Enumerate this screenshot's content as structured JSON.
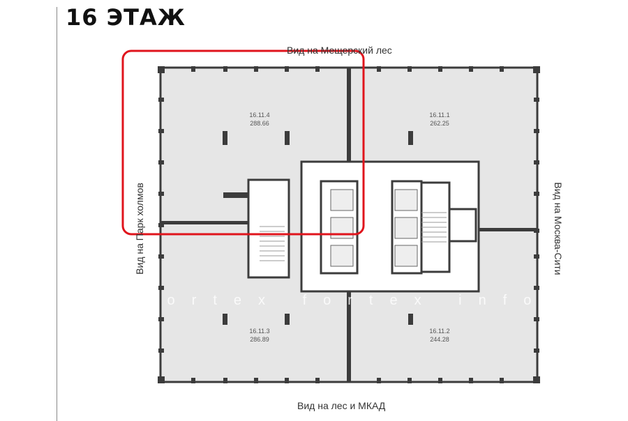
{
  "title": "16 ЭТАЖ",
  "views": {
    "top": "Вид на Мещерский лес",
    "bottom": "Вид на лес и МКАД",
    "left": "Вид на Парк холмов",
    "right": "Вид на Москва-Сити"
  },
  "units": [
    {
      "id": "16.11.4",
      "area": "288.66"
    },
    {
      "id": "16.11.1",
      "area": "262.25"
    },
    {
      "id": "16.11.3",
      "area": "286.89"
    },
    {
      "id": "16.11.2",
      "area": "244.28"
    }
  ],
  "watermark": "fortex fortex info",
  "colors": {
    "highlight": "#e0141c",
    "wall": "#3c3c3c",
    "floor": "#e6e6e6"
  }
}
